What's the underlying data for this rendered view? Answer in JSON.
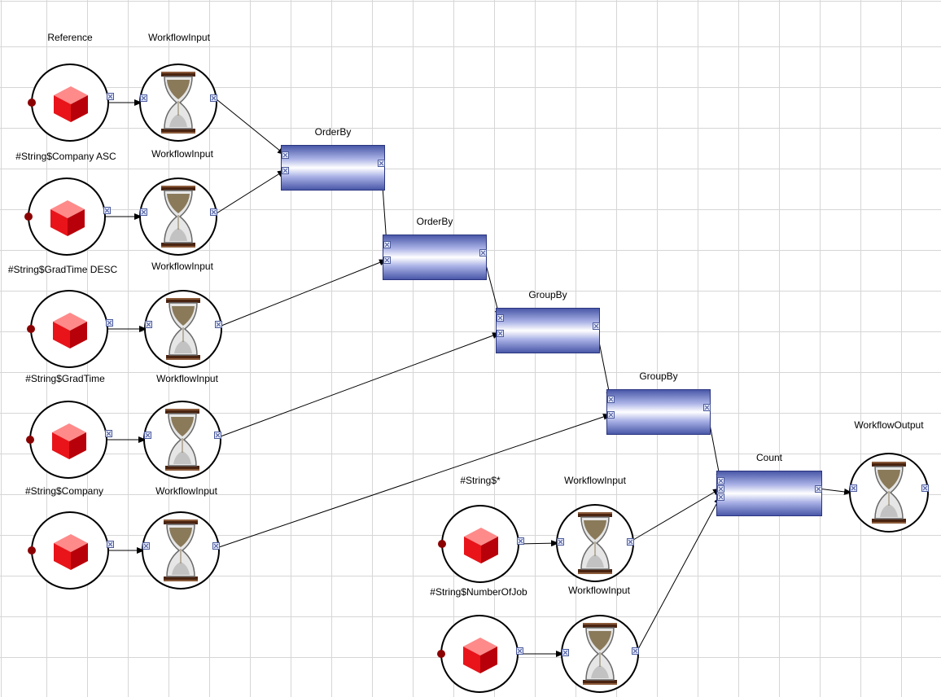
{
  "labels": {
    "reference": "Reference",
    "workflow_input": "WorkflowInput",
    "workflow_output": "WorkflowOutput",
    "order_by": "OrderBy",
    "group_by": "GroupBy",
    "count": "Count",
    "str_company_asc": "#String$Company ASC",
    "str_gradtime_desc": "#String$GradTime DESC",
    "str_gradtime": "#String$GradTime",
    "str_company": "#String$Company",
    "str_star": "#String$*",
    "str_numberofjob": "#String$NumberOfJob"
  },
  "icons": {
    "reference": "red-cube-icon",
    "workflow_input": "hourglass-icon",
    "workflow_output": "hourglass-icon"
  },
  "colors": {
    "operator_box": "#7b86cf",
    "cube": "#e8141a",
    "reference_port": "#8b0000",
    "grid": "#d6d6d6"
  }
}
